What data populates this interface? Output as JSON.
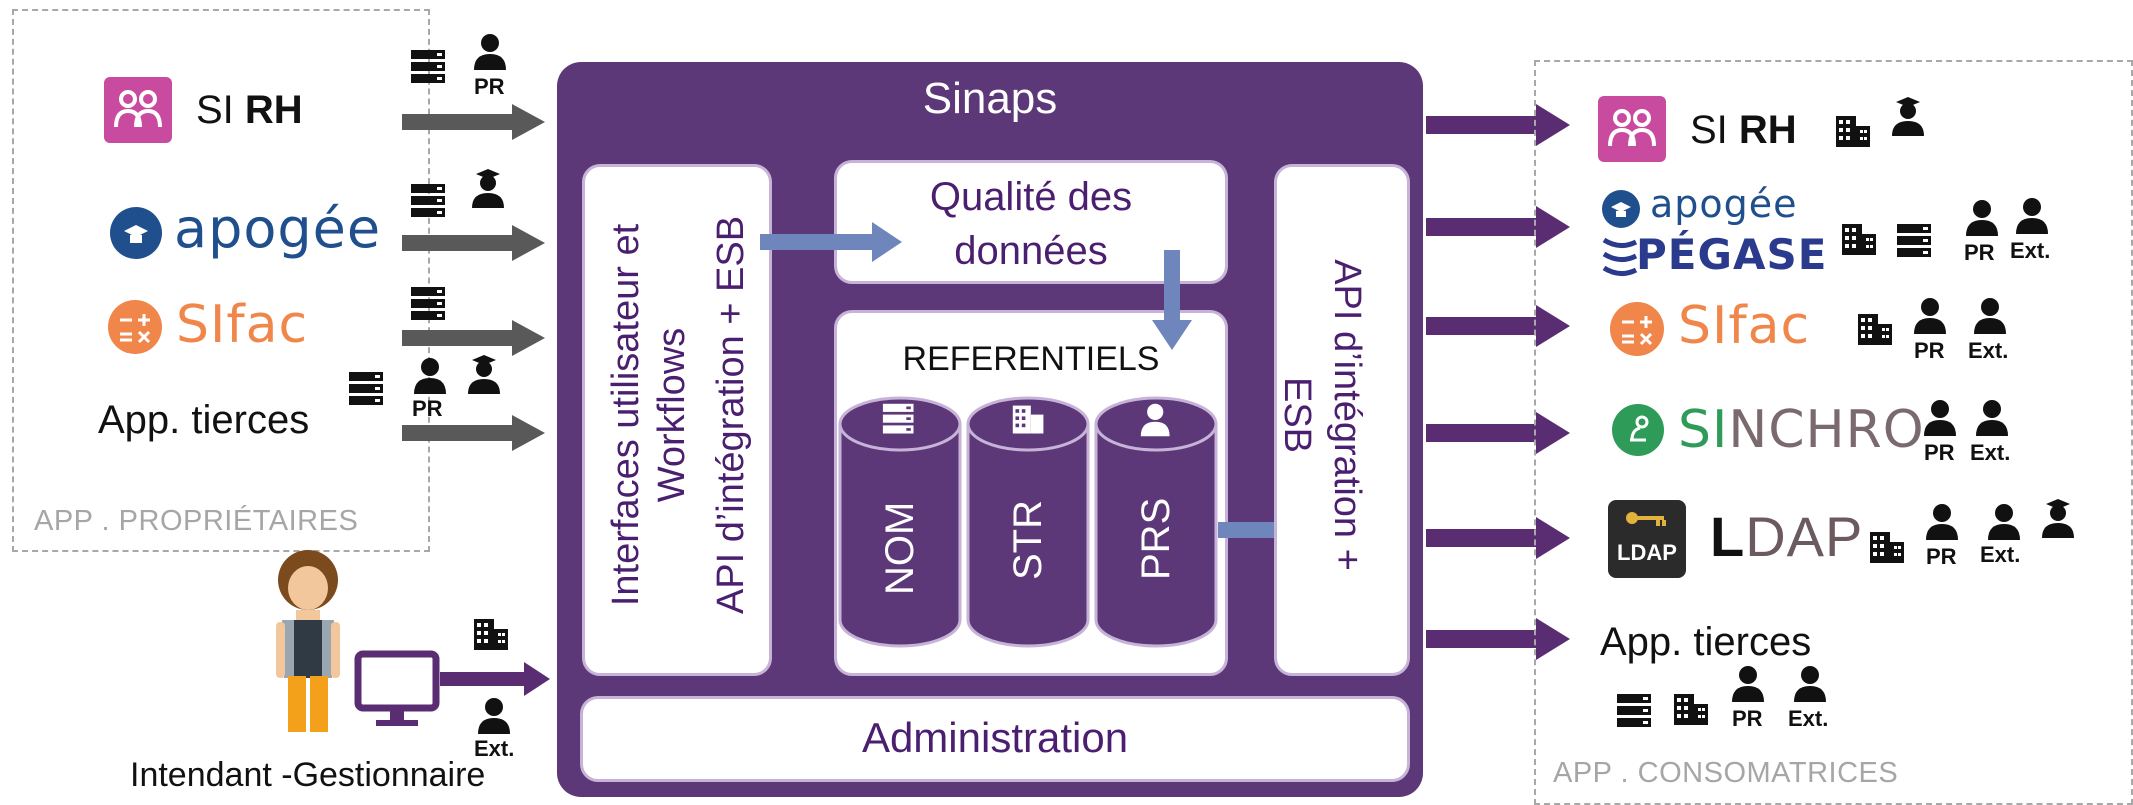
{
  "main": {
    "title": "Sinaps",
    "ui_panel": "Interfaces utilisateur et Workflows",
    "api_left": "API d’intégration + ESB",
    "quality": "Qualité des données",
    "referentiels": "REFERENTIELS",
    "cylinders": [
      "NOM",
      "STR",
      "PRS"
    ],
    "api_right": "API d’intégration + ESB",
    "admin": "Administration"
  },
  "left": {
    "group_label": "APP . PROPRIÉTAIRES",
    "apps": {
      "sirh_prefix": "SI ",
      "sirh_bold": "RH",
      "apogee": "apogée",
      "sifac": "SIfac",
      "tierces": "App. tierces"
    },
    "tags": {
      "pr1": "PR",
      "pr2": "PR"
    },
    "user": "Intendant -Gestionnaire",
    "user_tag": "Ext."
  },
  "right": {
    "group_label": "APP . CONSOMATRICES",
    "apps": {
      "sirh_prefix": "SI ",
      "sirh_bold": "RH",
      "apogee": "apogée",
      "pegase": "PÉGASE",
      "sifac": "SIfac",
      "sinchro_s": "SI",
      "sinchro_rest": "NCHRO",
      "ldap_badge": "LDAP",
      "ldap_l": "L",
      "ldap_rest": "DAP",
      "tierces": "App. tierces"
    },
    "tags": {
      "pr_apogee": "PR",
      "ext_apogee": "Ext.",
      "pr_sifac": "PR",
      "ext_sifac": "Ext.",
      "pr_sinchro": "PR",
      "ext_sinchro": "Ext.",
      "pr_ldap": "PR",
      "ext_ldap": "Ext.",
      "pr_tierces": "PR",
      "ext_tierces": "Ext."
    }
  },
  "colors": {
    "sinaps": "#5d3879",
    "arrow_gray": "#595959",
    "arrow_purple": "#5a2d73",
    "arrow_blue": "#6f86bd",
    "sirh_pink": "#c94ba0",
    "apogee_blue": "#1f4f8c",
    "sifac_orange": "#f0864a",
    "sinchro_green": "#2e9b58"
  }
}
